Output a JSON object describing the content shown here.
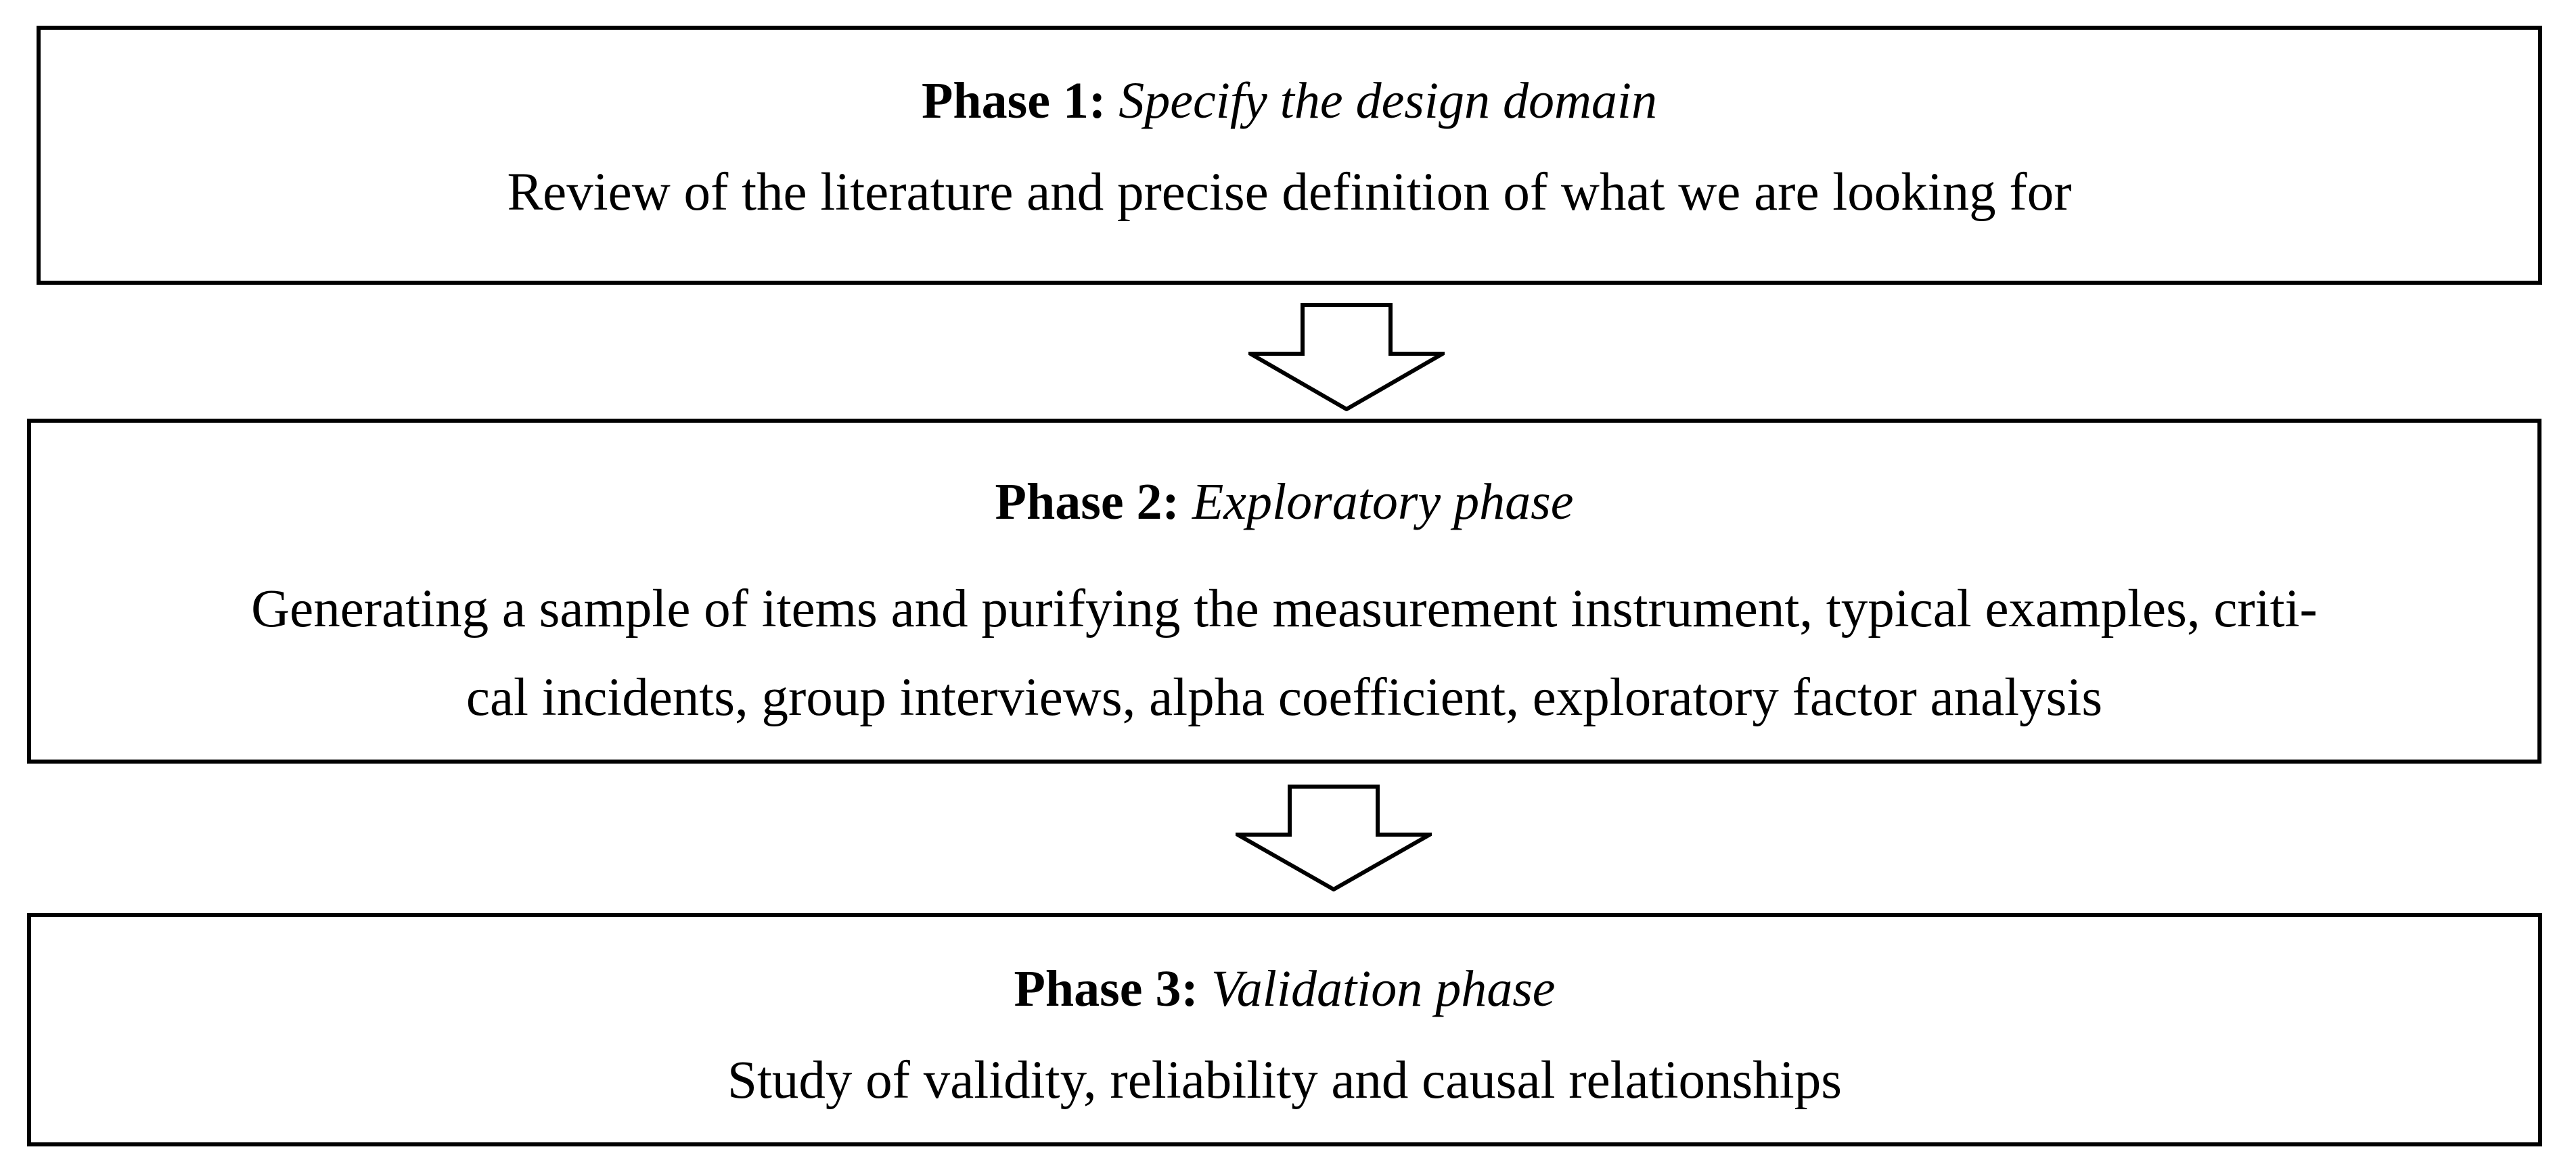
{
  "phases": [
    {
      "label": "Phase 1:",
      "name": "Specify the design domain",
      "description_lines": [
        "Review of the literature and precise definition of what we are looking for"
      ]
    },
    {
      "label": "Phase 2:",
      "name": "Exploratory phase",
      "description_lines": [
        "Generating a sample of items and purifying the measurement instrument, typical examples, criti-",
        "cal incidents, group interviews, alpha coefficient, exploratory factor analysis"
      ]
    },
    {
      "label": "Phase 3:",
      "name": "Validation phase",
      "description_lines": [
        "Study of validity, reliability and causal relationships"
      ]
    }
  ],
  "arrows": [
    {
      "direction": "down",
      "from": "phase-1",
      "to": "phase-2"
    },
    {
      "direction": "down",
      "from": "phase-2",
      "to": "phase-3"
    }
  ],
  "colors": {
    "stroke": "#000000",
    "background": "#ffffff",
    "text": "#000000"
  }
}
